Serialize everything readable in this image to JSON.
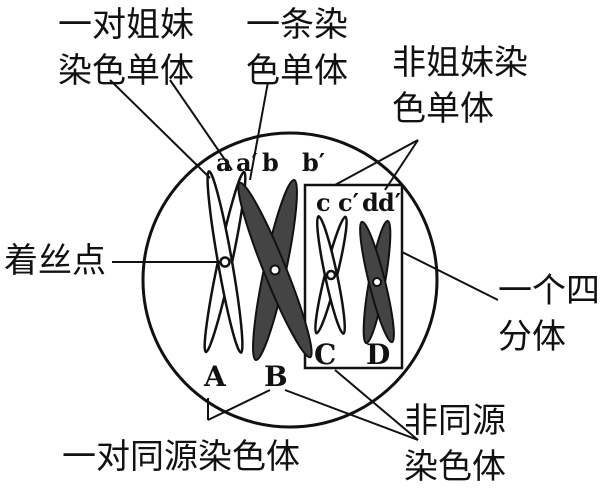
{
  "labels": {
    "sister_chromatids": [
      "一对姐妹",
      "染色单体"
    ],
    "one_chromatid": [
      "一条染",
      "色单体"
    ],
    "non_sister": [
      "非姐妹染",
      "色单体"
    ],
    "centromere": "着丝点",
    "tetrad": [
      "一个四",
      "分体"
    ],
    "homologous_pair": "一对同源染色体",
    "non_homologous": [
      "非同源",
      "染色体"
    ]
  },
  "chromatid_tags": {
    "a": "a",
    "a_prime": "a′",
    "b": "b",
    "b_prime": "b′",
    "c": "c",
    "c_prime": "c′",
    "d": "d",
    "d_prime": "d′"
  },
  "chromosome_tags": {
    "A": "A",
    "B": "B",
    "C": "C",
    "D": "D"
  }
}
